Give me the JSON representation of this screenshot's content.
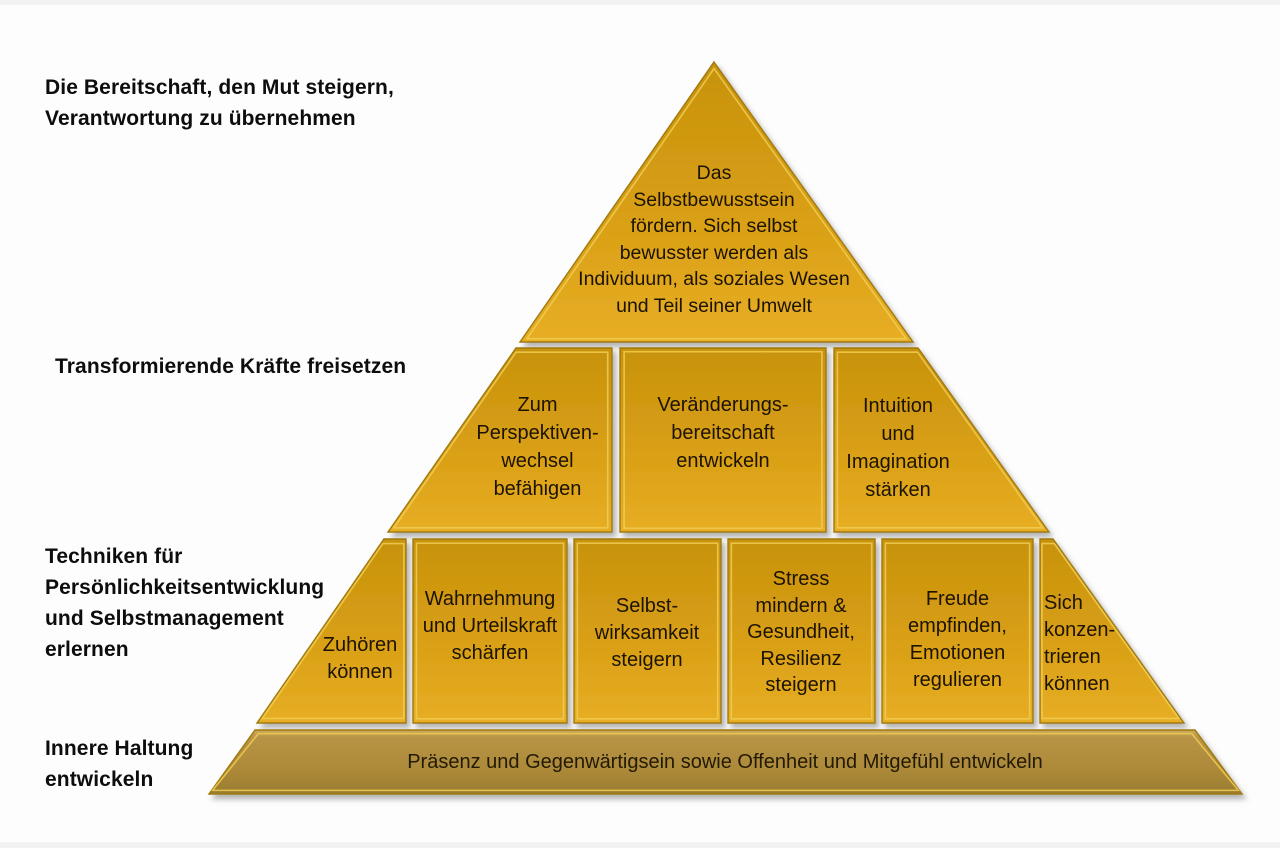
{
  "side_labels": [
    {
      "id": "courage",
      "text": "Die Bereitschaft, den Mut steigern,\nVerantwortung zu übernehmen"
    },
    {
      "id": "transform",
      "text": "Transformierende Kräfte freisetzen"
    },
    {
      "id": "techniques",
      "text": "Techniken für\nPersönlichkeitsentwicklung\nund Selbstmanagement\nerlernen"
    },
    {
      "id": "attitude",
      "text": "Innere Haltung\nentwickeln"
    }
  ],
  "pyramid": {
    "top": {
      "text": "Das\nSelbstbewusstsein\nfördern. Sich selbst\nbewusster werden als\nIndividuum, als soziales Wesen\nund Teil seiner Umwelt"
    },
    "level2": [
      {
        "text": "Zum\nPerspektiven-\nwechsel\nbefähigen"
      },
      {
        "text": "Veränderungs-\nbereitschaft\nentwickeln"
      },
      {
        "text": "Intuition\nund\nImagination\nstärken"
      }
    ],
    "level3": [
      {
        "text": "Zuhören\nkönnen"
      },
      {
        "text": "Wahrnehmung\nund Urteilskraft\nschärfen"
      },
      {
        "text": "Selbst-\nwirksamkeit\nsteigern"
      },
      {
        "text": "Stress\nmindern &\nGesundheit,\nResilienz\nsteigern"
      },
      {
        "text": "Freude\nempfinden,\nEmotionen\nregulieren"
      },
      {
        "text": "Sich\nkonzen-\ntrieren\nkönnen"
      }
    ],
    "base": {
      "text": "Präsenz und Gegenwärtigsein sowie Offenheit und Mitgefühl entwickeln"
    }
  },
  "colors": {
    "gold_top": "#c7920d",
    "gold_mid": "#d99f15",
    "gold_bottom": "#e7ae25",
    "bronze_top": "#cdab5e",
    "bronze_mid": "#ad8a3a",
    "bronze_bottom": "#9a7c30",
    "rim": "#f0cd52",
    "outline": "#a07a08",
    "separator_line": "#0e0e0e",
    "label_text": "#0d0d0d",
    "box_text": "#1c1300"
  }
}
